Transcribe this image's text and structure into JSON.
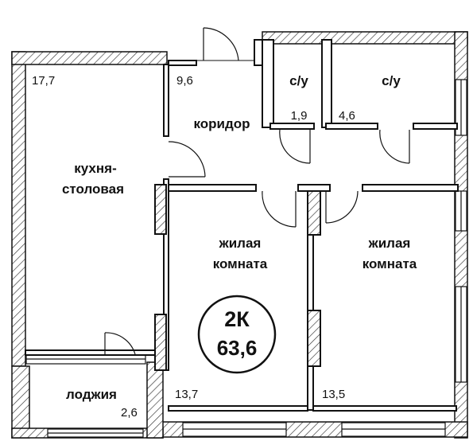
{
  "apartment": {
    "type": "2К",
    "total_area": "63,6"
  },
  "rooms": {
    "kitchen": {
      "name_line1": "кухня-",
      "name_line2": "столовая",
      "area": "17,7"
    },
    "corridor": {
      "name": "коридор",
      "area": "9,6"
    },
    "bath1": {
      "name": "с/у",
      "area": "1,9"
    },
    "bath2": {
      "name": "с/у",
      "area": "4,6"
    },
    "bedroom1": {
      "name_line1": "жилая",
      "name_line2": "комната",
      "area": "13,7"
    },
    "bedroom2": {
      "name_line1": "жилая",
      "name_line2": "комната",
      "area": "13,5"
    },
    "loggia": {
      "name": "лоджия",
      "area": "2,6"
    }
  },
  "colors": {
    "wall": "#111111",
    "hatch": "#333333",
    "background": "#ffffff"
  }
}
